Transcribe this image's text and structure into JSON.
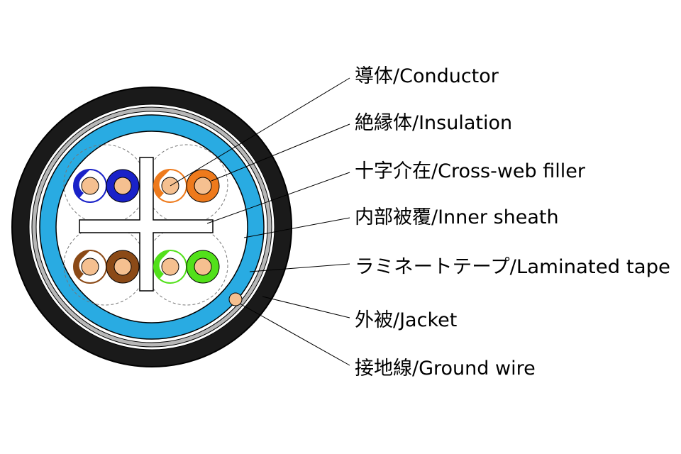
{
  "labels": [
    {
      "id": "conductor",
      "text": "導体/Conductor"
    },
    {
      "id": "insulation",
      "text": "絶縁体/Insulation"
    },
    {
      "id": "cross-web-filler",
      "text": "十字介在/Cross-web filler"
    },
    {
      "id": "inner-sheath",
      "text": "内部被覆/Inner sheath"
    },
    {
      "id": "laminated-tape",
      "text": "ラミネートテープ/Laminated tape"
    },
    {
      "id": "jacket",
      "text": "外被/Jacket"
    },
    {
      "id": "ground-wire",
      "text": "接地線/Ground wire"
    }
  ],
  "colors": {
    "jacket": "#1a1a1a",
    "laminated_tape": "#b8b8b8",
    "inner_sheath": "#29abe2",
    "interior": "#ffffff",
    "conductor": "#f5c090",
    "ground_wire": "#f5c090",
    "pair_blue": "#1a22c8",
    "pair_orange": "#ee7a1c",
    "pair_brown": "#8b4a17",
    "pair_green": "#52e01a",
    "outline": "#000000"
  }
}
